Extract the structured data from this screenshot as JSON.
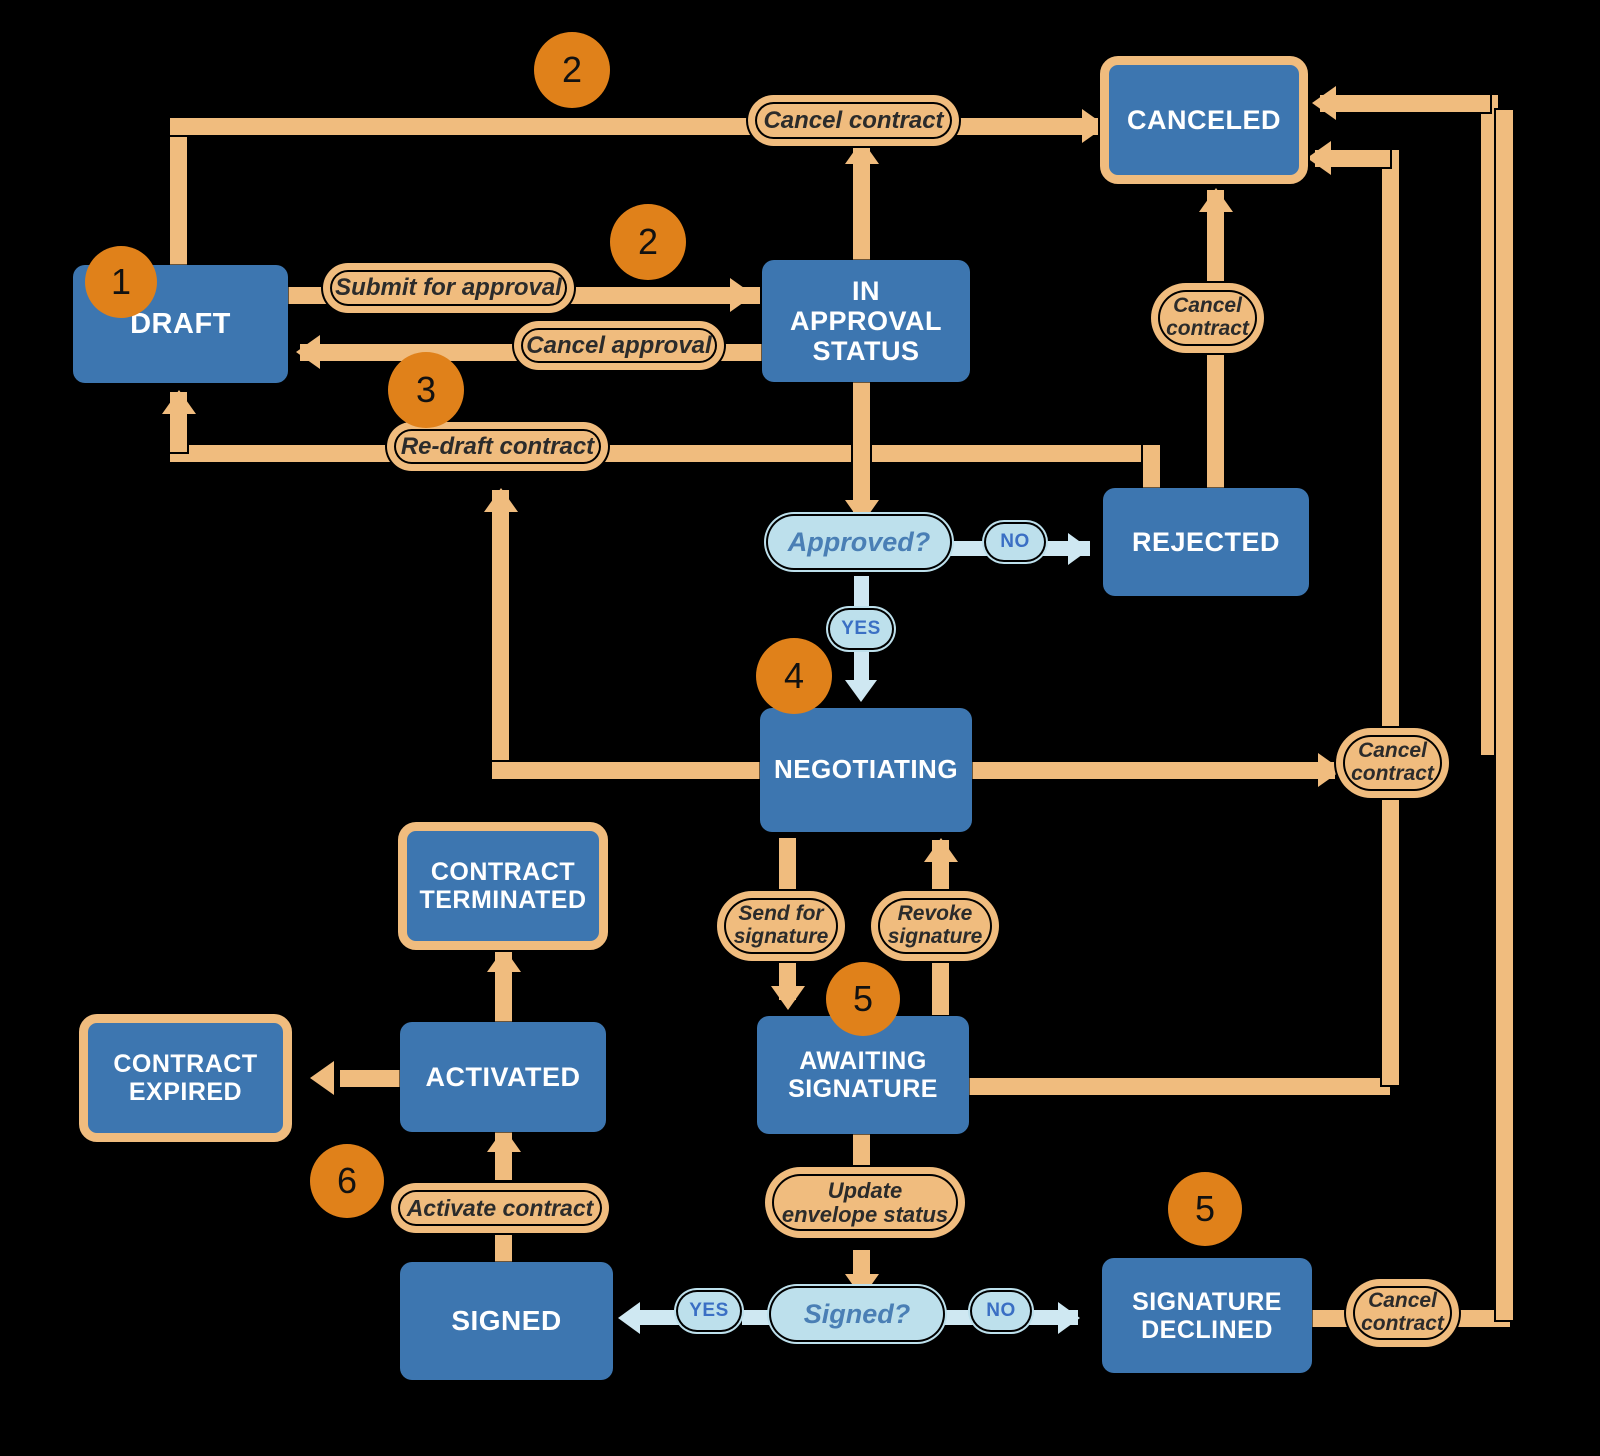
{
  "diagram": {
    "title": "Contract lifecycle status flow",
    "colors": {
      "state_fill": "#3d76b0",
      "state_text": "#ffffff",
      "decision_fill": "#bde0ec",
      "decision_text": "#4a7fb5",
      "transition_fill": "#f0bc7e",
      "transition_text": "#2b2b2b",
      "badge_fill": "#e0811a",
      "background": "#000000"
    }
  },
  "states": [
    {
      "id": "draft",
      "label": "DRAFT",
      "ringed": false
    },
    {
      "id": "in_approval_status",
      "label": "IN\nAPPROVAL\nSTATUS",
      "ringed": false
    },
    {
      "id": "canceled",
      "label": "CANCELED",
      "ringed": true
    },
    {
      "id": "rejected",
      "label": "REJECTED",
      "ringed": false
    },
    {
      "id": "negotiating",
      "label": "NEGOTIATING",
      "ringed": false
    },
    {
      "id": "contract_terminated",
      "label": "CONTRACT\nTERMINATED",
      "ringed": true
    },
    {
      "id": "contract_expired",
      "label": "CONTRACT\nEXPIRED",
      "ringed": true
    },
    {
      "id": "activated",
      "label": "ACTIVATED",
      "ringed": false
    },
    {
      "id": "awaiting_signature",
      "label": "AWAITING\nSIGNATURE",
      "ringed": false
    },
    {
      "id": "signed",
      "label": "SIGNED",
      "ringed": false
    },
    {
      "id": "signature_declined",
      "label": "SIGNATURE\nDECLINED",
      "ringed": false
    }
  ],
  "state_labels": {
    "draft": "DRAFT",
    "in_approval_line1": "IN",
    "in_approval_line2": "APPROVAL",
    "in_approval_line3": "STATUS",
    "canceled": "CANCELED",
    "rejected": "REJECTED",
    "negotiating": "NEGOTIATING",
    "terminated_line1": "CONTRACT",
    "terminated_line2": "TERMINATED",
    "expired_line1": "CONTRACT",
    "expired_line2": "EXPIRED",
    "activated": "ACTIVATED",
    "awaiting_line1": "AWAITING",
    "awaiting_line2": "SIGNATURE",
    "signed": "SIGNED",
    "declined_line1": "SIGNATURE",
    "declined_line2": "DECLINED"
  },
  "decisions": [
    {
      "id": "approved",
      "label": "Approved?"
    },
    {
      "id": "signed_q",
      "label": "Signed?"
    }
  ],
  "decision_labels": {
    "approved": "Approved?",
    "signed": "Signed?"
  },
  "branch_labels": {
    "approved_no": "NO",
    "approved_yes": "YES",
    "signed_yes": "YES",
    "signed_no": "NO"
  },
  "transitions": [
    {
      "id": "cancel_contract_top",
      "label": "Cancel contract",
      "from": "draft",
      "to": "canceled"
    },
    {
      "id": "submit_for_approval",
      "label": "Submit for approval",
      "from": "draft",
      "to": "in_approval_status"
    },
    {
      "id": "cancel_approval",
      "label": "Cancel approval",
      "from": "in_approval_status",
      "to": "draft"
    },
    {
      "id": "redraft_contract",
      "label": "Re-draft contract",
      "from": "negotiating",
      "to": "draft"
    },
    {
      "id": "cancel_contract_rejected",
      "label": "Cancel contract",
      "from": "rejected",
      "to": "canceled"
    },
    {
      "id": "cancel_contract_negotiating",
      "label": "Cancel contract",
      "from": "negotiating",
      "to": "canceled"
    },
    {
      "id": "send_for_signature",
      "label": "Send for signature",
      "from": "negotiating",
      "to": "awaiting_signature"
    },
    {
      "id": "revoke_signature",
      "label": "Revoke signature",
      "from": "awaiting_signature",
      "to": "negotiating"
    },
    {
      "id": "update_envelope_status",
      "label": "Update envelope status",
      "from": "awaiting_signature",
      "to": "signed_q"
    },
    {
      "id": "activate_contract",
      "label": "Activate contract",
      "from": "signed",
      "to": "activated"
    },
    {
      "id": "cancel_contract_declined",
      "label": "Cancel contract",
      "from": "signature_declined",
      "to": "canceled"
    }
  ],
  "transition_labels": {
    "cancel_contract": "Cancel contract",
    "submit_for_approval": "Submit for approval",
    "cancel_approval": "Cancel approval",
    "redraft_contract": "Re-draft contract",
    "cancel_line1": "Cancel",
    "cancel_line2": "contract",
    "send_line1": "Send for",
    "send_line2": "signature",
    "revoke_line1": "Revoke",
    "revoke_line2": "signature",
    "update_line1": "Update",
    "update_line2": "envelope status",
    "activate_contract": "Activate contract"
  },
  "badges": [
    {
      "id": "b1",
      "number": "1"
    },
    {
      "id": "b2a",
      "number": "2"
    },
    {
      "id": "b2b",
      "number": "2"
    },
    {
      "id": "b3",
      "number": "3"
    },
    {
      "id": "b4",
      "number": "4"
    },
    {
      "id": "b5a",
      "number": "5"
    },
    {
      "id": "b5b",
      "number": "5"
    },
    {
      "id": "b6",
      "number": "6"
    }
  ],
  "badge_numbers": {
    "one": "1",
    "two_top": "2",
    "two_mid": "2",
    "three": "3",
    "four": "4",
    "five_mid": "5",
    "five_bottom": "5",
    "six": "6"
  }
}
